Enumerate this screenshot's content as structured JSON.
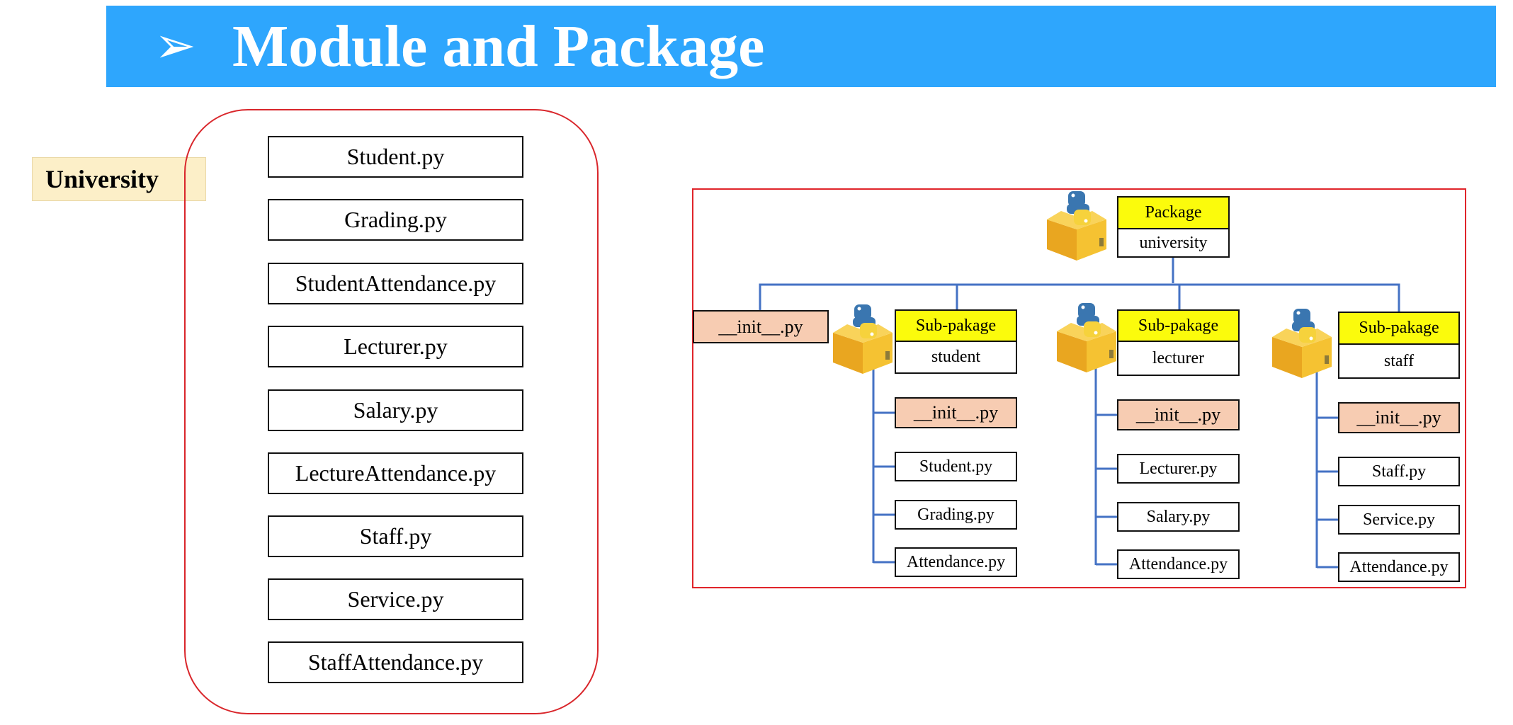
{
  "slide": {
    "bullet": "➢",
    "title": "Module and Package"
  },
  "left_panel": {
    "label": "University",
    "files": [
      "Student.py",
      "Grading.py",
      "StudentAttendance.py",
      "Lecturer.py",
      "Salary.py",
      "LectureAttendance.py",
      "Staff.py",
      "Service.py",
      "StaffAttendance.py"
    ]
  },
  "diagram": {
    "root": {
      "tag": "Package",
      "name": "university"
    },
    "root_init": "__init__.py",
    "subpackages": [
      {
        "tag": "Sub-pakage",
        "name": "student",
        "init": "__init__.py",
        "files": [
          "Student.py",
          "Grading.py",
          "Attendance.py"
        ]
      },
      {
        "tag": "Sub-pakage",
        "name": "lecturer",
        "init": "__init__.py",
        "files": [
          "Lecturer.py",
          "Salary.py",
          "Attendance.py"
        ]
      },
      {
        "tag": "Sub-pakage",
        "name": "staff",
        "init": "__init__.py",
        "files": [
          "Staff.py",
          "Service.py",
          "Attendance.py"
        ]
      }
    ],
    "icon": "python-package-icon",
    "colors": {
      "header_fill": "#fbfb0c",
      "init_fill": "#f7ccb2",
      "connector": "#4472c4",
      "frame": "#e0242a"
    }
  }
}
